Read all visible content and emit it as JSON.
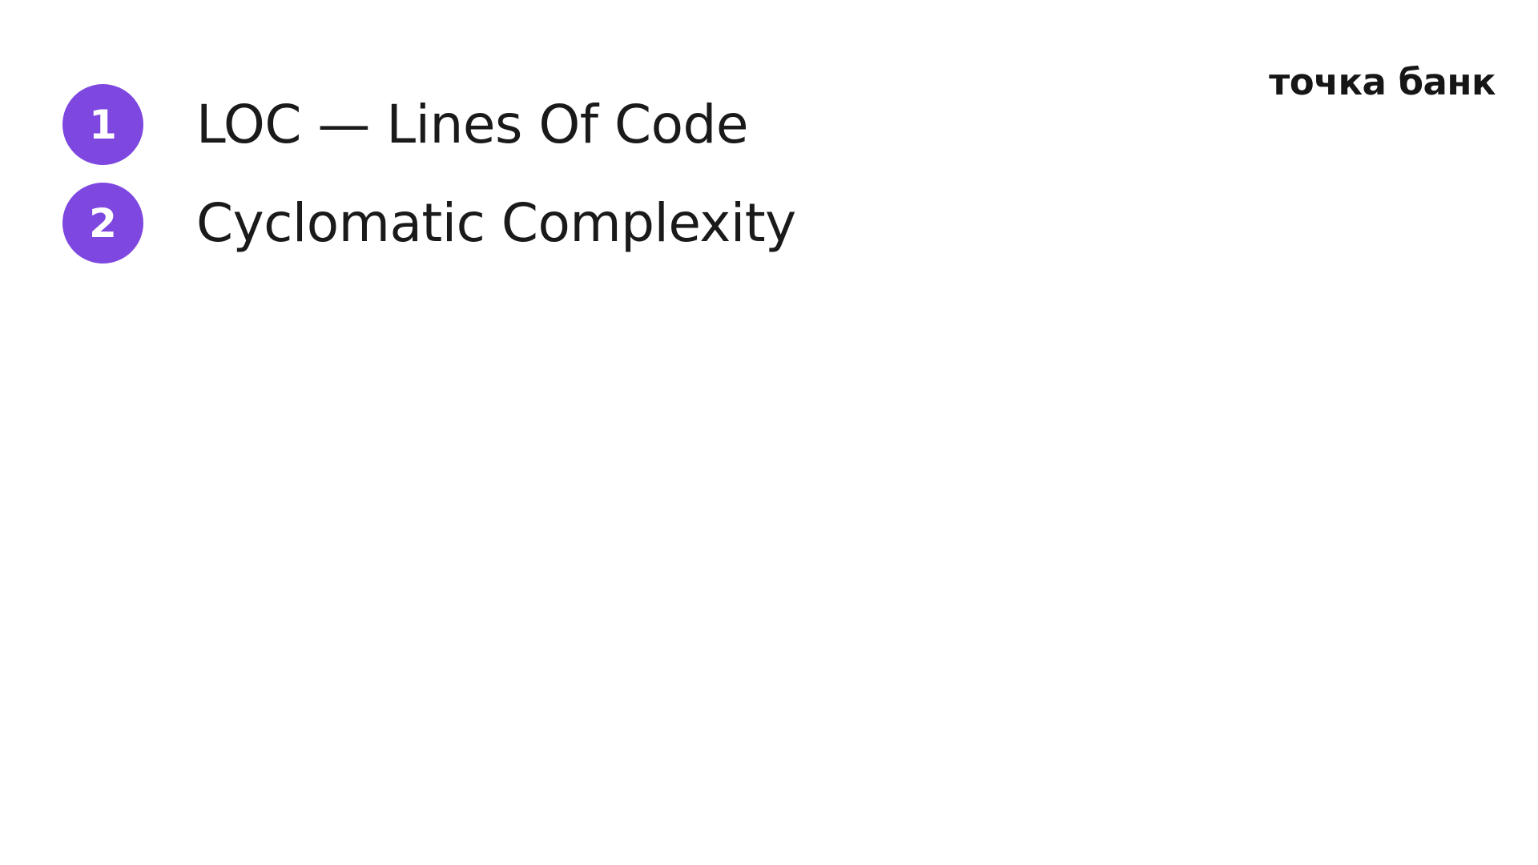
{
  "brand": {
    "logo_text": "точка банк"
  },
  "colors": {
    "accent": "#7d47e0",
    "text": "#1a1a1a",
    "background": "#ffffff"
  },
  "list": {
    "items": [
      {
        "number": "1",
        "label": "LOC — Lines Of Code"
      },
      {
        "number": "2",
        "label": "Cyclomatic Complexity"
      }
    ]
  }
}
